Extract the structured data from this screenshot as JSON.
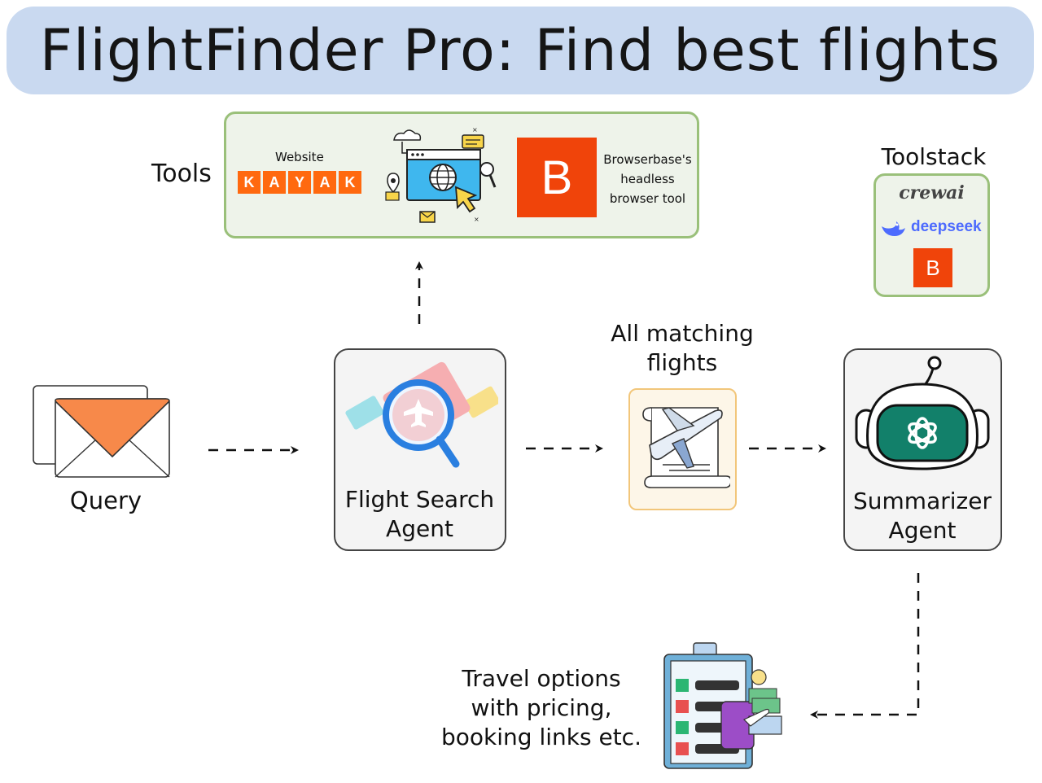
{
  "title": "FlightFinder Pro: Find best flights",
  "tools": {
    "label": "Tools",
    "website_label": "Website",
    "kayak_letters": [
      "K",
      "A",
      "Y",
      "A",
      "K"
    ],
    "browser_badge": "B",
    "browser_desc_lines": [
      "Browserbase's",
      "headless",
      "browser tool"
    ]
  },
  "toolstack": {
    "label": "Toolstack",
    "crew_logo": "crewai",
    "deepseek_logo": "deepseek",
    "browser_badge": "B"
  },
  "nodes": {
    "query": "Query",
    "flight_agent_lines": [
      "Flight Search",
      "Agent"
    ],
    "matching_lines": [
      "All matching",
      "flights"
    ],
    "summarizer_lines": [
      "Summarizer",
      "Agent"
    ],
    "output_lines": [
      "Travel options",
      "with pricing,",
      "booking links etc."
    ]
  },
  "colors": {
    "title_bg": "#c9d9f0",
    "panel_border": "#9ac07a",
    "panel_bg": "#eef3ea",
    "kayak_orange": "#ff690f",
    "browserbase_red": "#f0440a",
    "envelope_orange": "#f7894a",
    "summarizer_green": "#12806a",
    "doc_border": "#f2c67a"
  }
}
